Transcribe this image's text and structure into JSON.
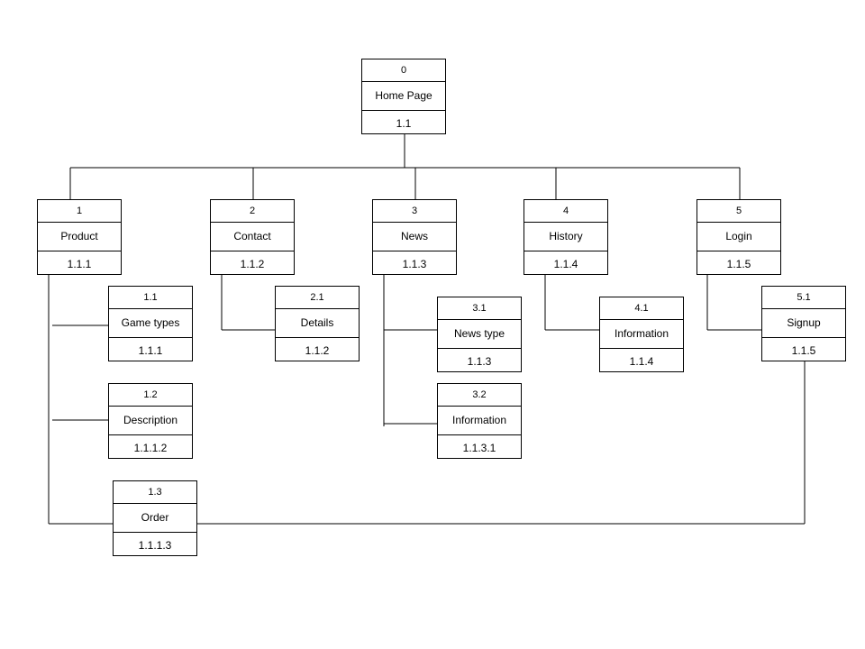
{
  "root": {
    "num": "0",
    "title": "Home Page",
    "code": "1.1"
  },
  "sections": [
    {
      "num": "1",
      "title": "Product",
      "code": "1.1.1",
      "children": [
        {
          "num": "1.1",
          "title": "Game types",
          "code": "1.1.1"
        },
        {
          "num": "1.2",
          "title": "Description",
          "code": "1.1.1.2"
        },
        {
          "num": "1.3",
          "title": "Order",
          "code": "1.1.1.3"
        }
      ]
    },
    {
      "num": "2",
      "title": "Contact",
      "code": "1.1.2",
      "children": [
        {
          "num": "2.1",
          "title": "Details",
          "code": "1.1.2"
        }
      ]
    },
    {
      "num": "3",
      "title": "News",
      "code": "1.1.3",
      "children": [
        {
          "num": "3.1",
          "title": "News type",
          "code": "1.1.3"
        },
        {
          "num": "3.2",
          "title": "Information",
          "code": "1.1.3.1"
        }
      ]
    },
    {
      "num": "4",
      "title": "History",
      "code": "1.1.4",
      "children": [
        {
          "num": "4.1",
          "title": "Information",
          "code": "1.1.4"
        }
      ]
    },
    {
      "num": "5",
      "title": "Login",
      "code": "1.1.5",
      "children": [
        {
          "num": "5.1",
          "title": "Signup",
          "code": "1.1.5"
        }
      ]
    }
  ]
}
